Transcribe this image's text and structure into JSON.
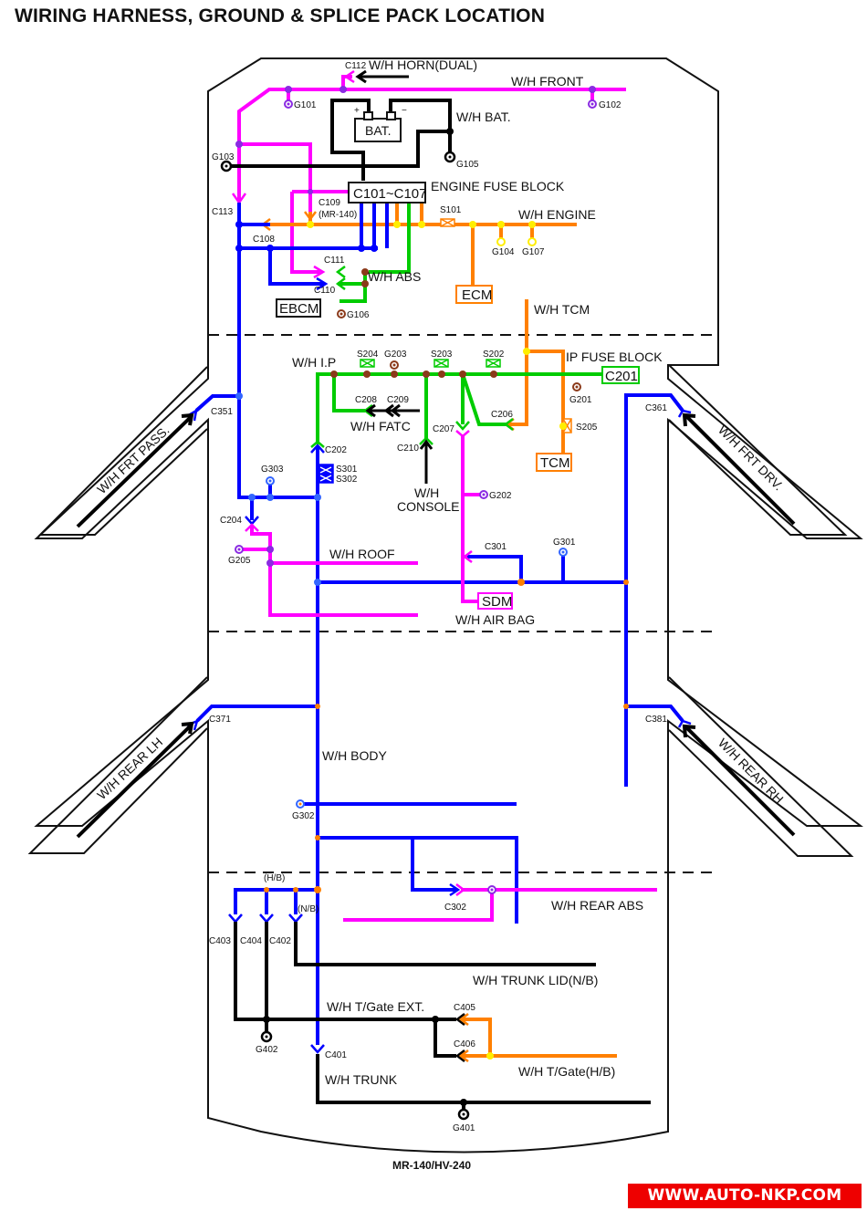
{
  "title": "WIRING HARNESS, GROUND & SPLICE PACK LOCATION",
  "footer": {
    "model": "MR-140/HV-240",
    "watermark": "WWW.AUTO-NKP.COM"
  },
  "colors": {
    "front": "#ff00ff",
    "body": "#0000ff",
    "engine": "#ff8000",
    "ip": "#00cc00",
    "black": "#000000",
    "splice_yellow": "#ffee00",
    "ground_brown": "#8b3a1a",
    "ground_purple": "#8a2be2"
  },
  "harnesses": {
    "horn": "W/H HORN(DUAL)",
    "front": "W/H FRONT",
    "bat": "W/H BAT.",
    "engine": "W/H ENGINE",
    "abs": "W/H ABS",
    "tcm": "W/H TCM",
    "ip": "W/H I.P",
    "fatc": "W/H FATC",
    "console_1": "W/H",
    "console_2": "CONSOLE",
    "roof": "W/H ROOF",
    "airbag": "W/H AIR BAG",
    "frt_pass": "W/H FRT PASS.",
    "frt_drv": "W/H FRT DRV.",
    "rear_lh": "W/H REAR LH",
    "rear_rh": "W/H REAR RH",
    "body": "W/H BODY",
    "rear_abs": "W/H REAR ABS",
    "trunk_lid": "W/H TRUNK LID(N/B)",
    "tgate_ext": "W/H T/Gate EXT.",
    "tgate_hb": "W/H T/Gate(H/B)",
    "trunk": "W/H TRUNK"
  },
  "components": {
    "battery": "BAT.",
    "battery_pos": "+",
    "battery_neg": "−",
    "engine_fuse_block": "ENGINE FUSE BLOCK",
    "engine_fuse_block_conn": "C101~C107",
    "ecm": "ECM",
    "ebcm": "EBCM",
    "tcm": "TCM",
    "sdm": "SDM",
    "ip_fuse_block": "IP FUSE BLOCK",
    "ip_fuse_block_conn": "C201"
  },
  "connectors": {
    "c112": "C112",
    "c113": "C113",
    "c108": "C108",
    "c109": "C109",
    "c109_note": "(MR-140)",
    "c111": "C111",
    "c110": "C110",
    "c202": "C202",
    "c206": "C206",
    "c207": "C207",
    "c208": "C208",
    "c209": "C209",
    "c210": "C210",
    "c204": "C204",
    "c301": "C301",
    "c302": "C302",
    "c351": "C351",
    "c361": "C361",
    "c371": "C371",
    "c381": "C381",
    "c401": "C401",
    "c402": "C402",
    "c403": "C403",
    "c404": "C404",
    "c405": "C405",
    "c406": "C406",
    "hb": "(H/B)",
    "nb": "(N/B)"
  },
  "grounds": {
    "g101": "G101",
    "g102": "G102",
    "g103": "G103",
    "g104": "G104",
    "g105": "G105",
    "g106": "G106",
    "g107": "G107",
    "g201": "G201",
    "g202": "G202",
    "g203": "G203",
    "g205": "G205",
    "g301": "G301",
    "g302": "G302",
    "g303": "G303",
    "g401": "G401",
    "g402": "G402"
  },
  "splices": {
    "s101": "S101",
    "s202": "S202",
    "s203": "S203",
    "s204": "S204",
    "s205": "S205",
    "s301": "S301",
    "s302": "S302"
  }
}
